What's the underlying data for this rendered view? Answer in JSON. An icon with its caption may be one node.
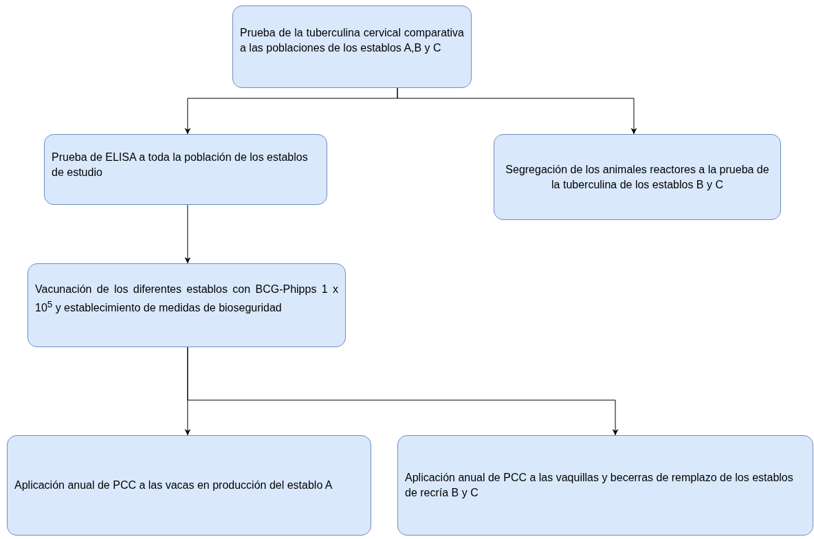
{
  "diagram": {
    "nodes": [
      {
        "text": [
          "Prueba de la tuberculina cervical comparativa a las poblaciones de los establos A,B y C"
        ]
      },
      {
        "text": [
          "Prueba de ELISA a toda la población de los establos de estudio"
        ]
      },
      {
        "text": [
          "Segregación de los animales reactores a la prueba de la tuberculina de los establos B y C"
        ]
      },
      {
        "text": [
          "Vacunación de los diferentes establos con BCG-Phipps 1 x 10$^{5}$ y establecimiento de medidas de bioseguridad"
        ]
      },
      {
        "text": [
          "Aplicación anual de PCC a las vacas en producción del establo A"
        ]
      },
      {
        "text": [
          "Aplicación anual de PCC a las vaquillas y becerras de remplazo de los establos de recría B y C"
        ]
      }
    ],
    "edges": [
      {
        "from": 0,
        "to": 1,
        "arrow": "to"
      },
      {
        "from": 0,
        "to": 2,
        "arrow": "to"
      },
      {
        "from": 1,
        "to": 3,
        "arrow": "to"
      },
      {
        "from": 3,
        "to": 4,
        "arrow": "to"
      },
      {
        "from": 3,
        "to": 5,
        "arrow": "to"
      }
    ]
  }
}
